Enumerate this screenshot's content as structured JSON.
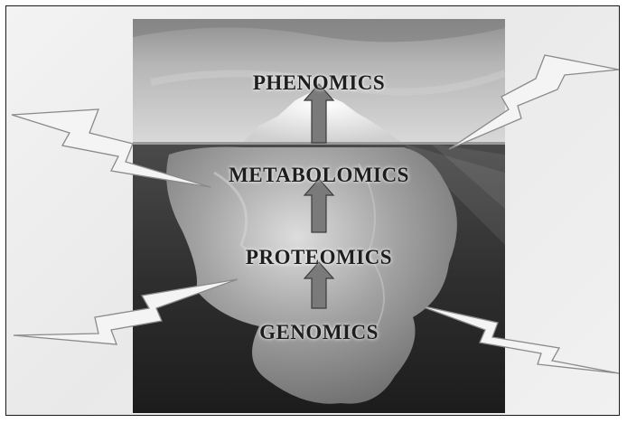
{
  "diagram": {
    "stages": [
      {
        "id": "phenomics",
        "label": "PHENOMICS"
      },
      {
        "id": "metabolomics",
        "label": "METABOLOMICS"
      },
      {
        "id": "proteomics",
        "label": "PROTEOMICS"
      },
      {
        "id": "genomics",
        "label": "GENOMICS"
      }
    ],
    "colors": {
      "frame": "#1a1a1a",
      "label_text": "#1e1e1e",
      "arrow_fill": "#7a7a7a",
      "lightning_fill": "#f4f4f4",
      "lightning_stroke": "#8a8a8a"
    }
  }
}
